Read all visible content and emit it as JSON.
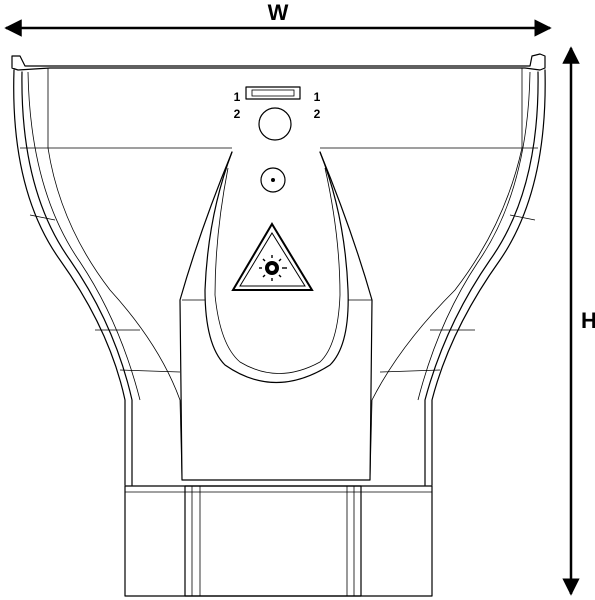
{
  "dimensions": {
    "width_label": "W",
    "height_label": "H"
  },
  "switch_labels": {
    "left_top": "1",
    "left_bottom": "2",
    "right_top": "1",
    "right_bottom": "2"
  }
}
